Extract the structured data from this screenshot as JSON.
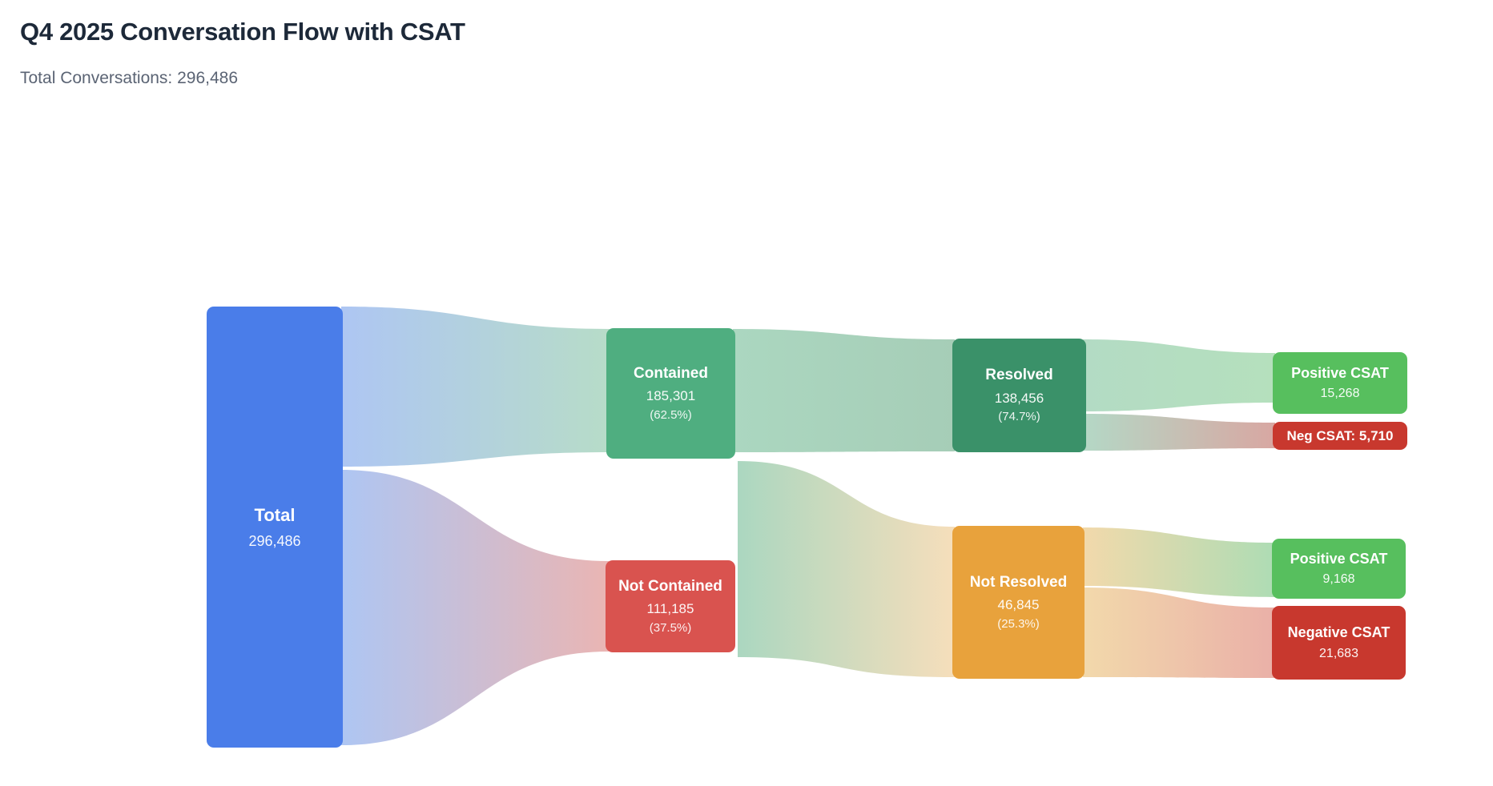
{
  "header": {
    "title": "Q4 2025 Conversation Flow with CSAT",
    "subtitle": "Total Conversations: 296,486"
  },
  "colors": {
    "title_text": "#1d2939",
    "subtitle_text": "#5b6474",
    "node_text": "#ffffff",
    "background": "#ffffff"
  },
  "chart_data": {
    "type": "sankey",
    "title": "Q4 2025 Conversation Flow with CSAT",
    "total_conversations": 296486,
    "total_conversations_display": "296,486",
    "legend_position": "none",
    "grid": false,
    "nodes": [
      {
        "id": "total",
        "label": "Total",
        "value": 296486,
        "display_value": "296,486",
        "color": "#4a7de9"
      },
      {
        "id": "contained",
        "label": "Contained",
        "value": 185301,
        "display_value": "185,301",
        "pct_display": "(62.5%)",
        "color": "#4fae80"
      },
      {
        "id": "not_contained",
        "label": "Not Contained",
        "value": 111185,
        "display_value": "111,185",
        "pct_display": "(37.5%)",
        "color": "#d9534f"
      },
      {
        "id": "resolved",
        "label": "Resolved",
        "value": 138456,
        "display_value": "138,456",
        "pct_display": "(74.7%)",
        "color": "#3a9169"
      },
      {
        "id": "not_resolved",
        "label": "Not Resolved",
        "value": 46845,
        "display_value": "46,845",
        "pct_display": "(25.3%)",
        "color": "#e8a23c"
      },
      {
        "id": "positive_csat_resolved",
        "label": "Positive CSAT",
        "value": 15268,
        "display_value": "15,268",
        "color": "#57bf5e"
      },
      {
        "id": "neg_csat_resolved",
        "label": "Neg CSAT: 5,710",
        "value": 5710,
        "color": "#c8382e"
      },
      {
        "id": "positive_csat_not_resolved",
        "label": "Positive CSAT",
        "value": 9168,
        "display_value": "9,168",
        "color": "#57bf5e"
      },
      {
        "id": "negative_csat_not_resolved",
        "label": "Negative CSAT",
        "value": 21683,
        "display_value": "21,683",
        "color": "#c8382e"
      }
    ],
    "links": [
      {
        "source": "Total",
        "target": "Contained",
        "value": 185301,
        "color_from": "#aec6f3",
        "color_to": "#b7dcc8"
      },
      {
        "source": "Total",
        "target": "Not Contained",
        "value": 111185,
        "color_from": "#aec6f3",
        "color_to": "#eab5b3"
      },
      {
        "source": "Contained",
        "target": "Resolved",
        "value": 138456,
        "color_from": "#abd7c0",
        "color_to": "#a6cdb7"
      },
      {
        "source": "Contained",
        "target": "Not Resolved",
        "value": 46845,
        "color_from": "#abd7c0",
        "color_to": "#f6debb"
      },
      {
        "source": "Resolved",
        "target": "Positive CSAT",
        "value": 15268,
        "color_from": "#b3dbc4",
        "color_to": "#b5e0bd"
      },
      {
        "source": "Resolved",
        "target": "Neg CSAT",
        "value": 5710,
        "color_from": "#b4d8c6",
        "color_to": "#d8a7a2"
      },
      {
        "source": "Not Resolved",
        "target": "Positive CSAT",
        "value": 9168,
        "color_from": "#f2d9ab",
        "color_to": "#aedcb4"
      },
      {
        "source": "Not Resolved",
        "target": "Negative CSAT",
        "value": 21683,
        "color_from": "#f2d9ab",
        "color_to": "#eab0a8"
      }
    ]
  }
}
